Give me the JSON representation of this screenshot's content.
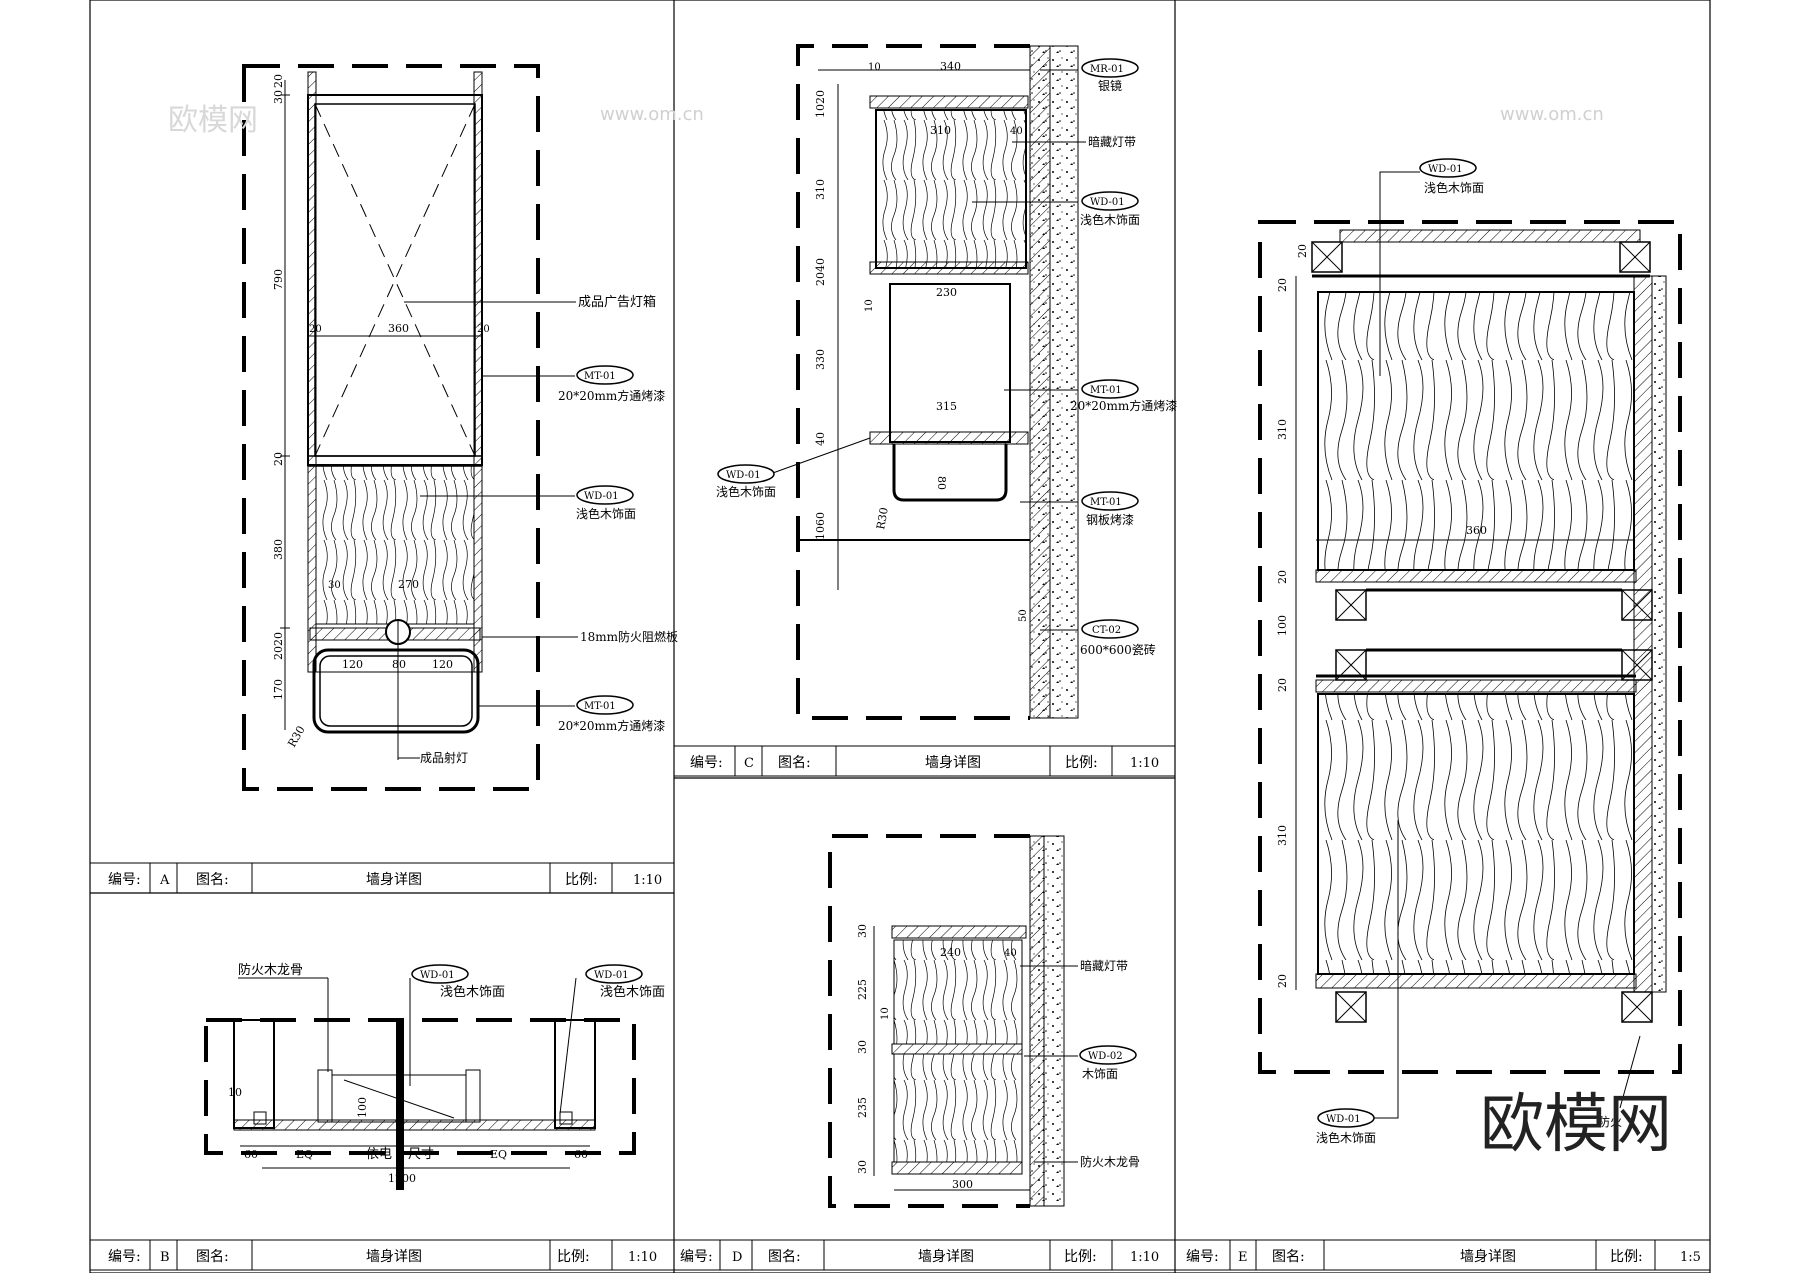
{
  "panels": [
    {
      "no_label": "编号:",
      "no": "A",
      "name_label": "图名:",
      "name": "墙身详图",
      "scale_label": "比例:",
      "scale": "1:10"
    },
    {
      "no_label": "编号:",
      "no": "B",
      "name_label": "图名:",
      "name": "墙身详图",
      "scale_label": "比例:",
      "scale": "1:10"
    },
    {
      "no_label": "编号:",
      "no": "C",
      "name_label": "图名:",
      "name": "墙身详图",
      "scale_label": "比例:",
      "scale": "1:10"
    },
    {
      "no_label": "编号:",
      "no": "D",
      "name_label": "图名:",
      "name": "墙身详图",
      "scale_label": "比例:",
      "scale": "1:10"
    },
    {
      "no_label": "编号:",
      "no": "E",
      "name_label": "图名:",
      "name": "墙身详图",
      "scale_label": "比例:",
      "scale": "1:5"
    }
  ],
  "detail_a": {
    "tags": {
      "mt1": "MT-01",
      "wd": "WD-01",
      "mt2": "MT-01"
    },
    "labels": {
      "lightbox": "成品广告灯箱",
      "tube1": "20*20mm方通烤漆",
      "wood": "浅色木饰面",
      "board": "18mm防火阻燃板",
      "tube2": "20*20mm方通烤漆",
      "spot": "成品射灯"
    },
    "dims": {
      "v1": "20",
      "v2": "30",
      "v3": "790",
      "v4": "20",
      "v5": "380",
      "v6": "20",
      "v7": "20",
      "v8": "170",
      "w360": "360",
      "w270": "270",
      "w30": "30",
      "w120a": "120",
      "w80": "80",
      "w120b": "120",
      "w20a": "20",
      "w20b": "20",
      "r30": "R30"
    }
  },
  "detail_b": {
    "tags": {
      "wd1": "WD-01",
      "wd2": "WD-01"
    },
    "labels": {
      "keel": "防火木龙骨",
      "wood1": "浅色木饰面",
      "wood2": "浅色木饰面",
      "mid": "依电",
      "size": "尺寸"
    },
    "dims": {
      "d10": "10",
      "d60a": "60",
      "eq1": "EQ",
      "eq2": "EQ",
      "d60b": "60",
      "total": "1200",
      "d100": "100"
    }
  },
  "detail_c": {
    "tags": {
      "mr": "MR-01",
      "wd1": "WD-01",
      "mt": "MT-01",
      "wd2": "WD-01",
      "mt2": "MT-01",
      "ct": "CT-02"
    },
    "labels": {
      "mirror": "银镜",
      "led": "暗藏灯带",
      "wood": "浅色木饰面",
      "tube": "20*20mm方通烤漆",
      "wood2": "浅色木饰面",
      "steel": "钢板烤漆",
      "tile": "600*600瓷砖"
    },
    "dims": {
      "w340": "340",
      "w10": "10",
      "w310": "310",
      "w40": "40",
      "w230": "230",
      "w315": "315",
      "w80": "80",
      "r30": "R30",
      "v20": "20",
      "v10": "10",
      "v310": "310",
      "v40": "40",
      "v20b": "20",
      "v330": "330",
      "v40b": "40",
      "v1060": "1060",
      "v10c": "10",
      "v50": "50"
    }
  },
  "detail_d": {
    "tags": {
      "wd": "WD-02"
    },
    "labels": {
      "led": "暗藏灯带",
      "wood": "木饰面",
      "keel": "防火木龙骨"
    },
    "dims": {
      "w240": "240",
      "w40": "40",
      "w300": "300",
      "v30a": "30",
      "v225": "225",
      "v10": "10",
      "v30b": "30",
      "v235": "235",
      "v30c": "30"
    }
  },
  "detail_e": {
    "tags": {
      "wd1": "WD-01",
      "wd2": "WD-01"
    },
    "labels": {
      "wood1": "浅色木饰面",
      "wood2": "浅色木饰面",
      "wood3": "防火"
    },
    "dims": {
      "v20a": "20",
      "v20b": "20",
      "v310a": "310",
      "v20c": "20",
      "v100": "100",
      "v20d": "20",
      "v310b": "310",
      "v20e": "20",
      "w360": "360"
    }
  },
  "watermark": {
    "brand": "欧模网",
    "url": "www.om.cn",
    "url2": "www.om.cn",
    "corner": "欧模网"
  }
}
